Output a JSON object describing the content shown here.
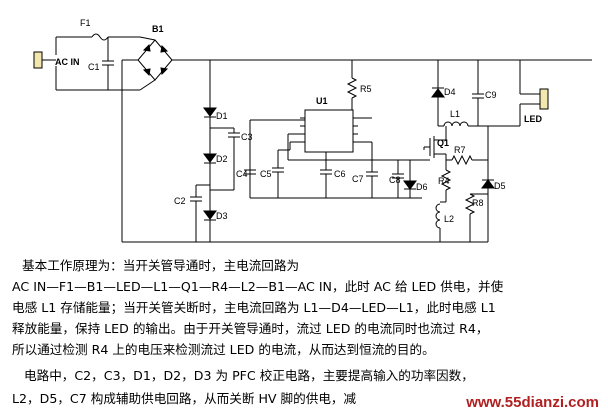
{
  "circuit": {
    "labels": {
      "ac_in": "AC IN",
      "f1": "F1",
      "b1": "B1",
      "c1": "C1",
      "c2": "C2",
      "c3": "C3",
      "c4": "C4",
      "c5": "C5",
      "c6": "C6",
      "c7": "C7",
      "c8": "C8",
      "c9": "C9",
      "d1": "D1",
      "d2": "D2",
      "d3": "D3",
      "d4": "D4",
      "d5": "D5",
      "d6": "D6",
      "r4": "R4",
      "r5": "R5",
      "r7": "R7",
      "r8": "R8",
      "l1": "L1",
      "l2": "L2",
      "q1": "Q1",
      "u1": "U1",
      "led": "LED"
    }
  },
  "text": {
    "line1": "基本工作原理为：当开关管导通时，主电流回路为",
    "line2": "AC IN—F1—B1—LED—L1—Q1—R4—L2—B1—AC IN，此时 AC 给 LED 供电，并使",
    "line3": "电感 L1 存储能量；当开关管关断时，主电流回路为 L1—D4—LED—L1，此时电感 L1",
    "line4": "释放能量，保持 LED 的输出。由于开关管导通时，流过 LED 的电流同时也流过 R4，",
    "line5": "所以通过检测 R4 上的电压来检测流过 LED 的电流，从而达到恒流的目的。",
    "line6": "电路中，C2，C3，D1，D2，D3 为 PFC 校正电路，主要提高输入的功率因数，",
    "line7": "L2，D5，C7 构成辅助供电回路，从而关断 HV 脚的供电，减"
  },
  "watermark": "www.55dianzi.com"
}
